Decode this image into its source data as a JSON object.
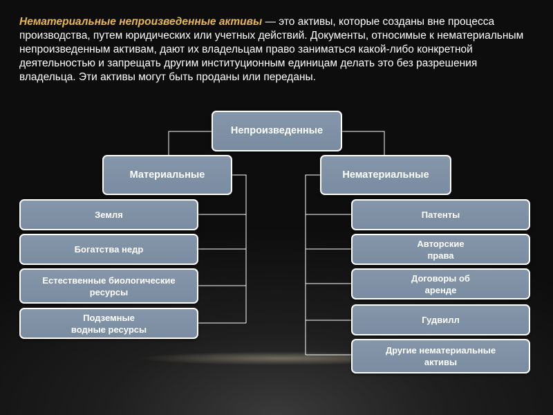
{
  "intro": {
    "term": "Нематериальные непроизведенные активы",
    "text": " — это активы, которые созданы вне процесса производства, путем юридических или учетных действий. Документы, относимые к нематериальным непроизведенным активам, дают их владельцам право заниматься какой-либо конкретной деятельностью и запрещать другим институционным единицам делать это без разрешения владельца. Эти активы могут быть проданы или переданы."
  },
  "diagram": {
    "root": "Непроизведенные",
    "material": {
      "label": "Материальные",
      "items": [
        "Земля",
        "Богатства недр",
        "Естественные биологические\nресурсы",
        "Подземные\nводные ресурсы"
      ]
    },
    "nonmaterial": {
      "label": "Нематериальные",
      "items": [
        "Патенты",
        "Авторские\nправа",
        "Договоры об\nаренде",
        "Гудвилл",
        "Другие нематериальные\nактивы"
      ]
    }
  }
}
